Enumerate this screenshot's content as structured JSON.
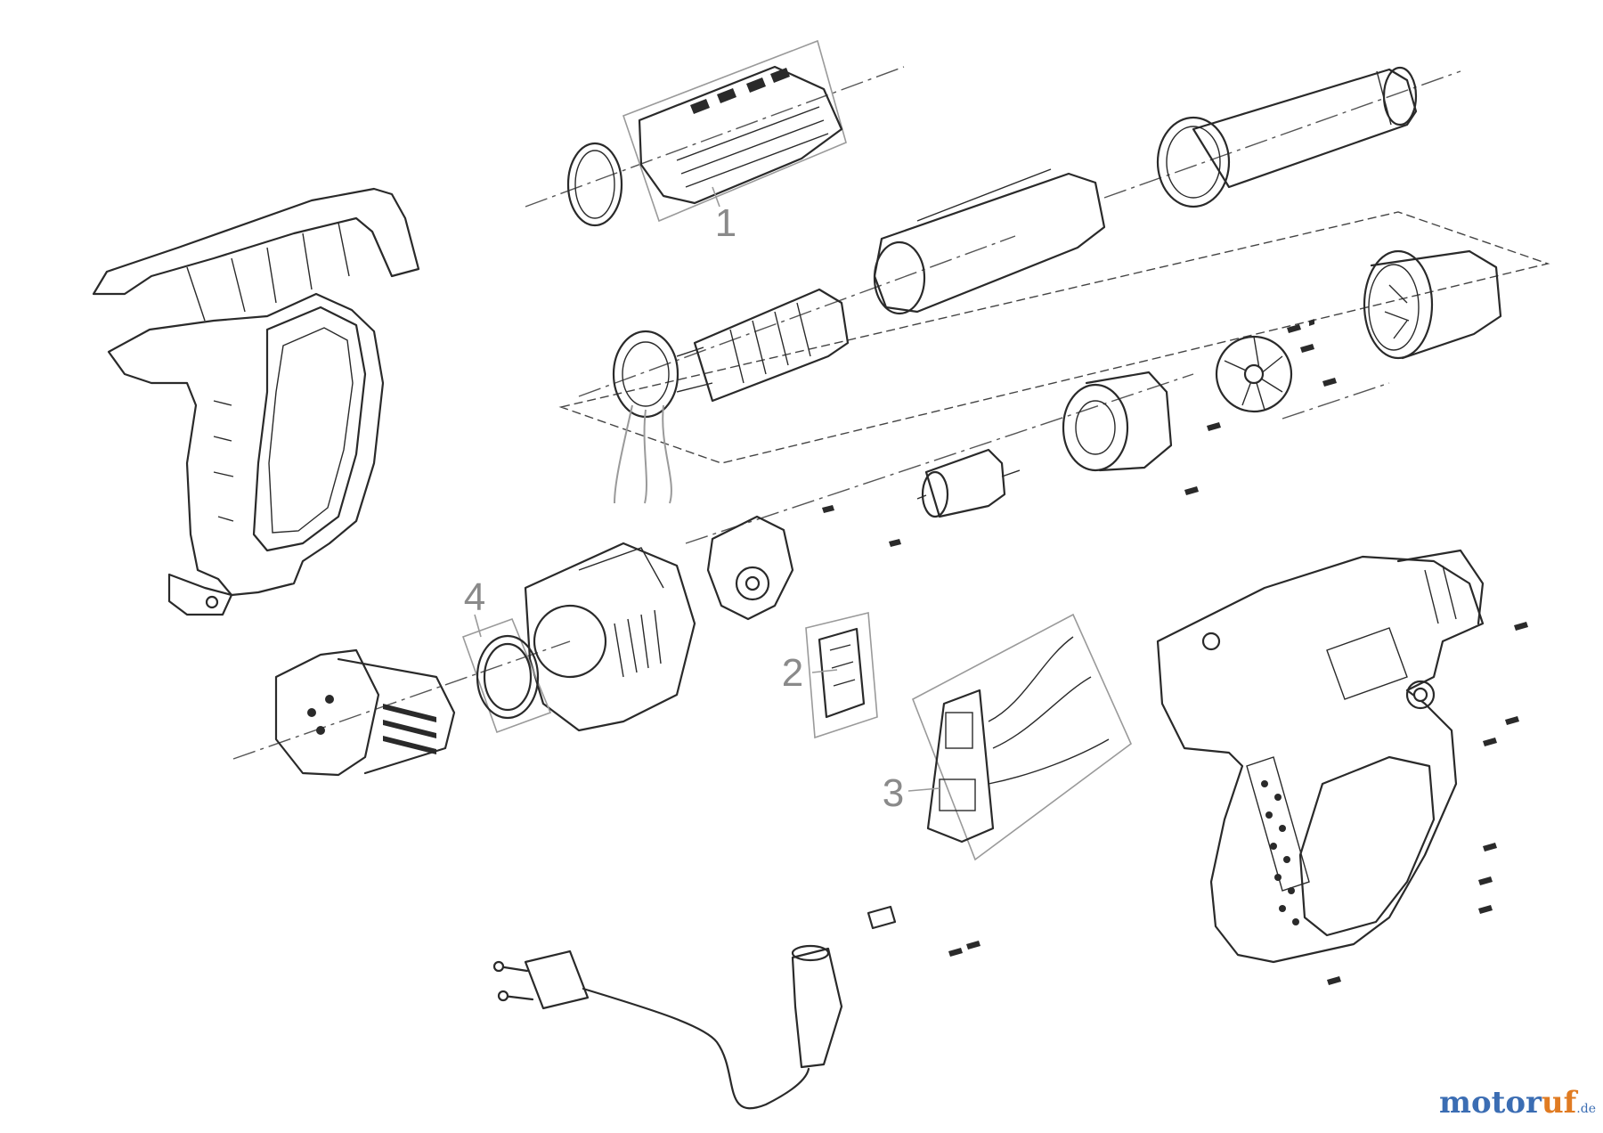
{
  "callouts": {
    "c1": "1",
    "c2": "2",
    "c3": "3",
    "c4": "4"
  },
  "watermark": {
    "brand_main": "motor",
    "brand_accent": "uf",
    "suffix": ".de",
    "colors": {
      "blue": "#3b6db3",
      "orange": "#e07b22"
    }
  }
}
